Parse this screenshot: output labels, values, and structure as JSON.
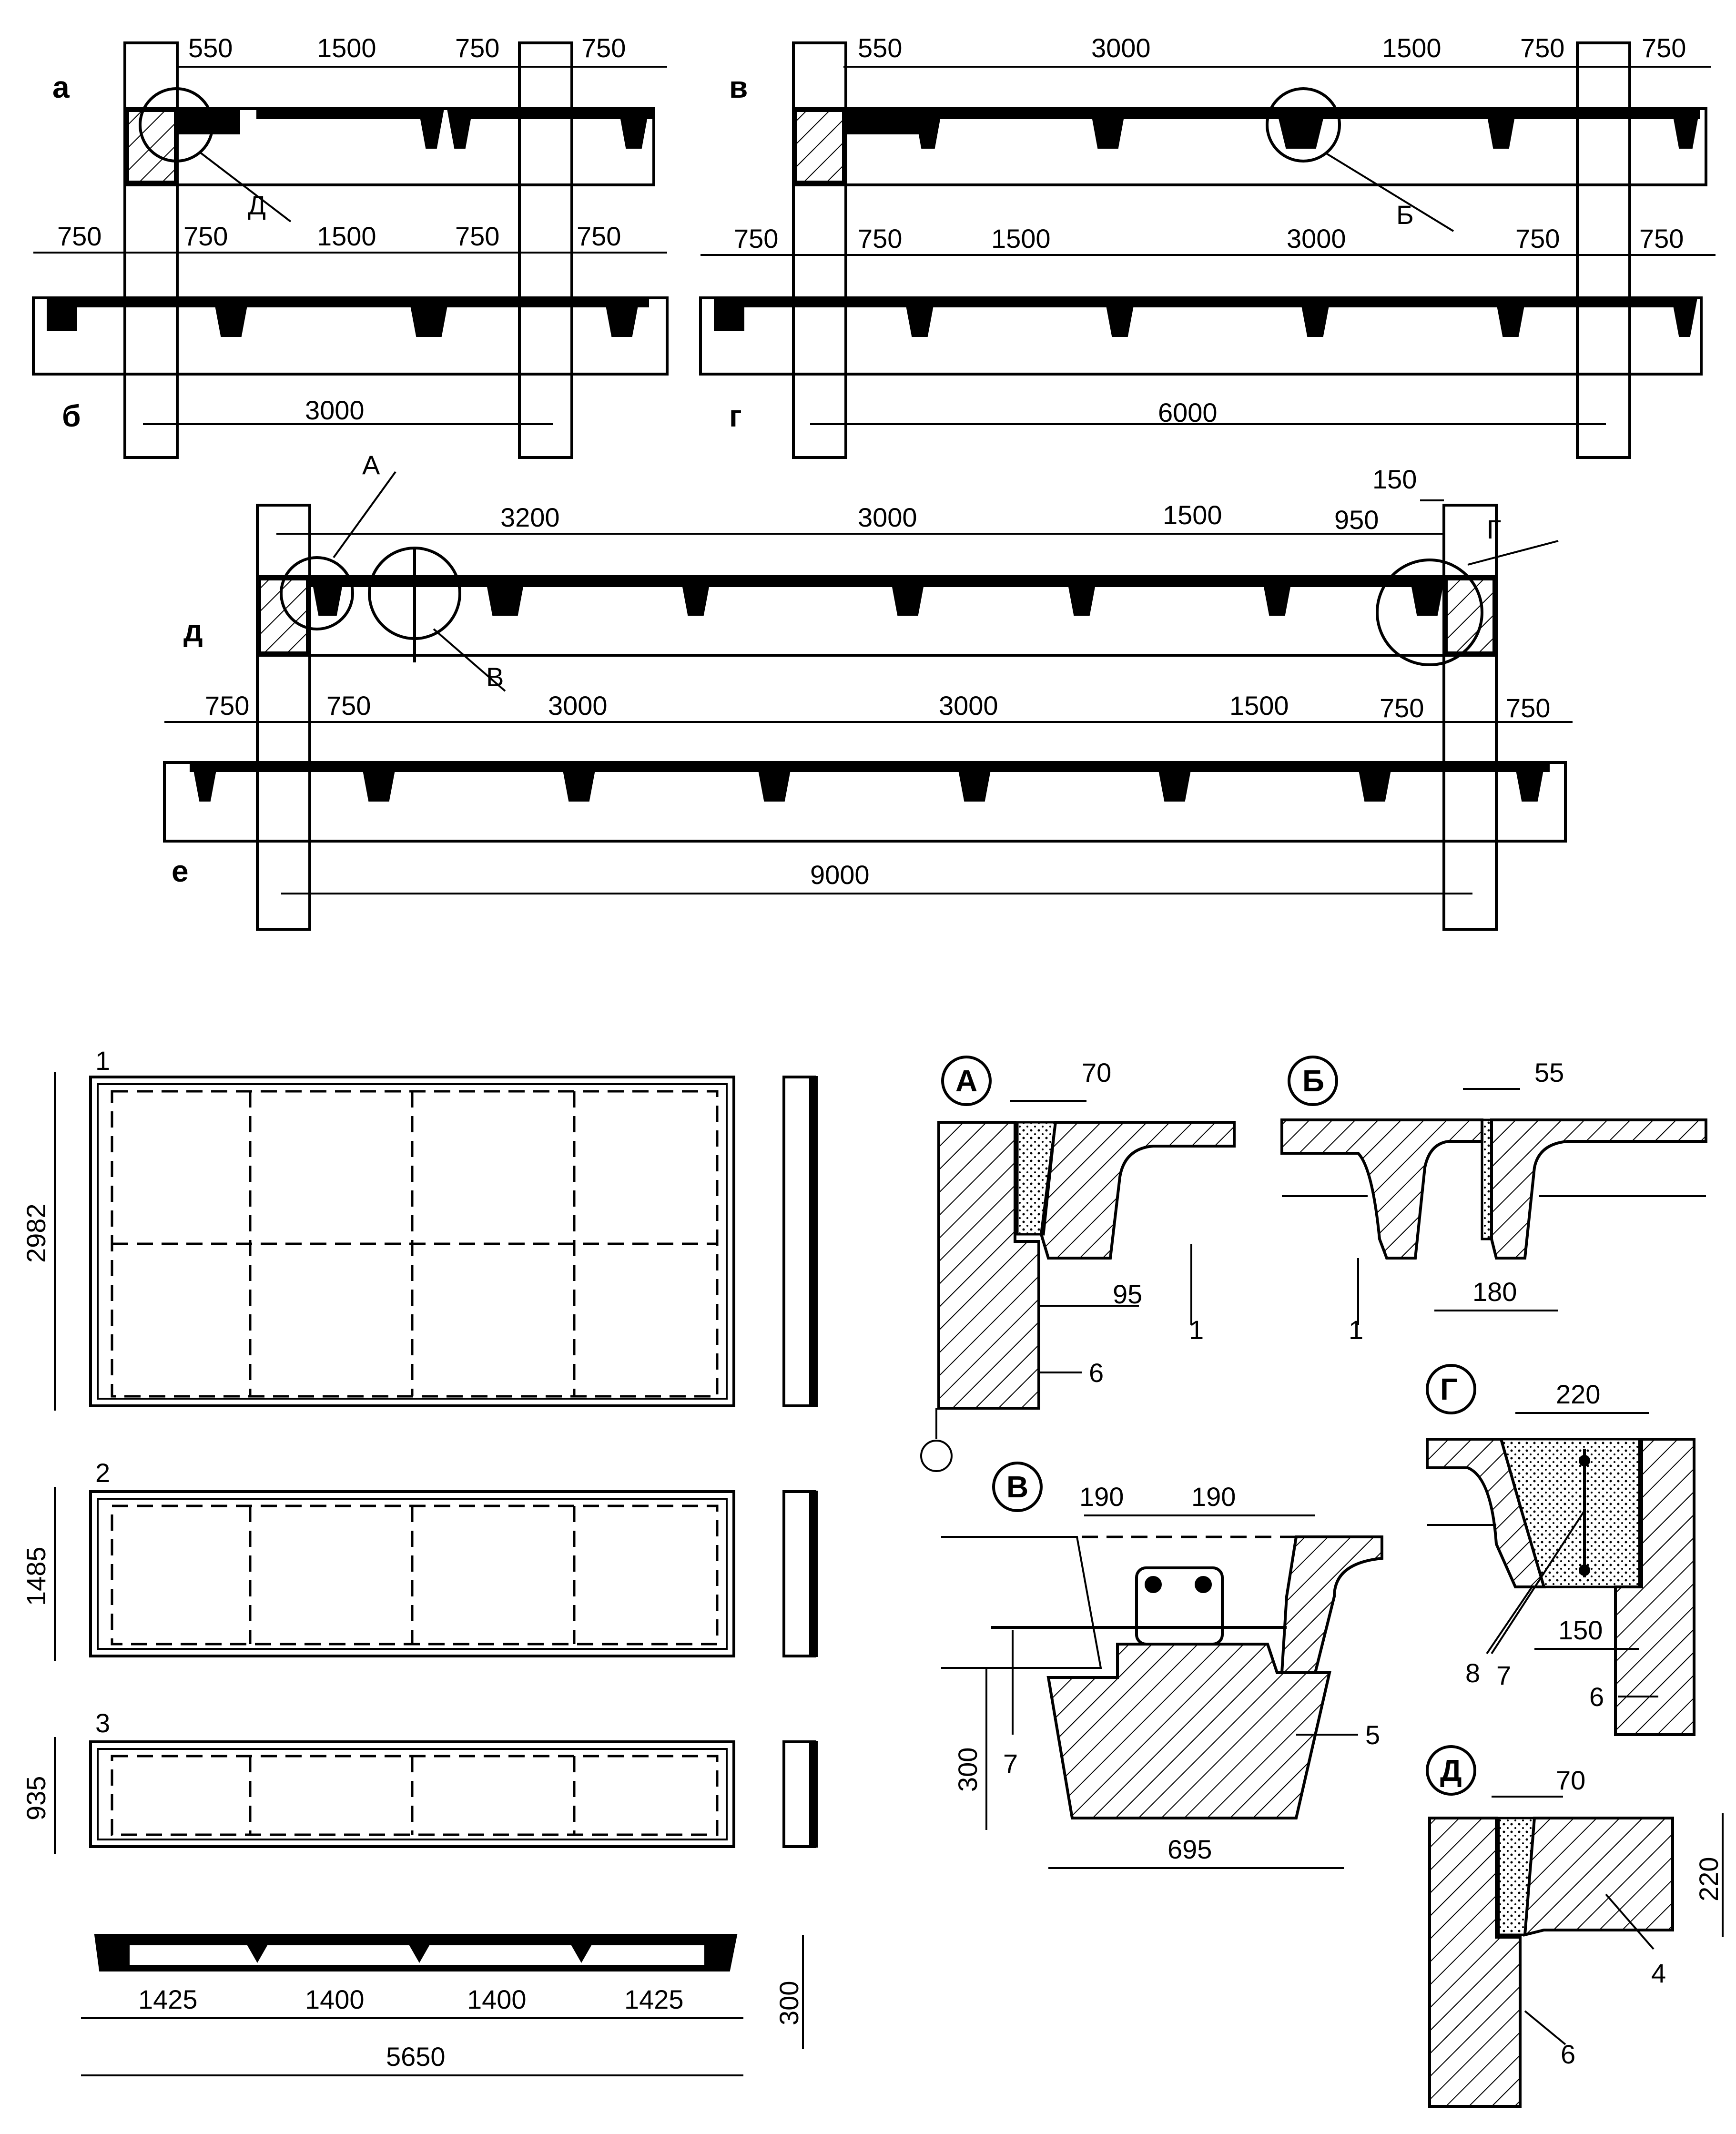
{
  "panels": {
    "a": {
      "label": "а",
      "dims_top": [
        "550",
        "1500",
        "750",
        "750"
      ],
      "callout": "Д"
    },
    "b": {
      "label": "б",
      "dims_top": [
        "750",
        "750",
        "1500",
        "750",
        "750"
      ],
      "span": "3000"
    },
    "v": {
      "label": "в",
      "dims_top": [
        "550",
        "3000",
        "1500",
        "750",
        "750"
      ],
      "callout": "Б"
    },
    "g": {
      "label": "г",
      "dims_top": [
        "750",
        "750",
        "1500",
        "3000",
        "750",
        "750"
      ],
      "span": "6000"
    },
    "d": {
      "label": "д",
      "dims_top": [
        "3200",
        "3000",
        "1500",
        "950"
      ],
      "extra_dim": "150",
      "callouts": [
        "А",
        "В",
        "Г"
      ]
    },
    "e": {
      "label": "е",
      "dims_top": [
        "750",
        "750",
        "3000",
        "3000",
        "1500",
        "750",
        "750"
      ],
      "span": "9000"
    }
  },
  "slabs": {
    "items": [
      {
        "num": "1",
        "width": "2982"
      },
      {
        "num": "2",
        "width": "1485"
      },
      {
        "num": "3",
        "width": "935"
      }
    ],
    "section_height": "300",
    "ribs": [
      "1425",
      "1400",
      "1400",
      "1425"
    ],
    "length": "5650"
  },
  "details": {
    "A": {
      "label": "А",
      "dims": [
        "70",
        "95"
      ],
      "refs": [
        "1",
        "6"
      ]
    },
    "B": {
      "label": "Б",
      "dims": [
        "55",
        "180"
      ],
      "refs": [
        "1"
      ]
    },
    "V": {
      "label": "В",
      "dims": [
        "190",
        "190",
        "300",
        "695"
      ],
      "refs": [
        "7",
        "5"
      ]
    },
    "G": {
      "label": "Г",
      "dims": [
        "220",
        "150"
      ],
      "refs": [
        "8",
        "7",
        "6"
      ]
    },
    "D": {
      "label": "Д",
      "dims": [
        "70",
        "220"
      ],
      "refs": [
        "4",
        "6"
      ]
    }
  }
}
